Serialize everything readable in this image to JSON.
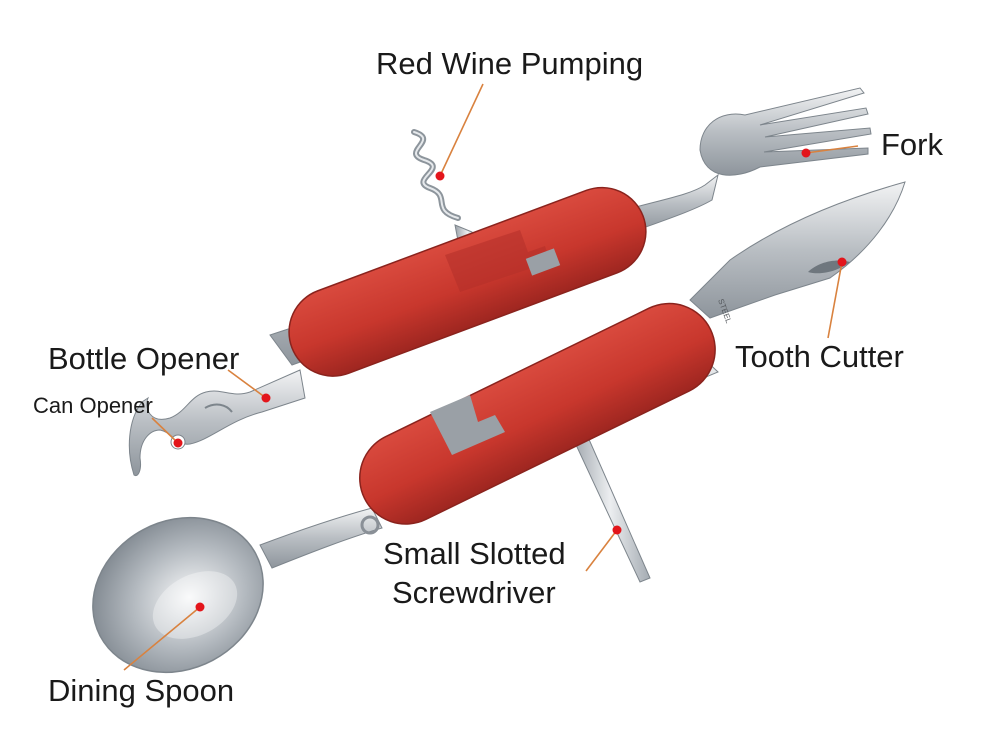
{
  "labels": {
    "corkscrew": "Red Wine Pumping",
    "fork": "Fork",
    "bottle_opener": "Bottle Opener",
    "can_opener": "Can Opener",
    "tooth_cutter": "Tooth Cutter",
    "screwdriver_line1": "Small Slotted",
    "screwdriver_line2": "Screwdriver",
    "spoon": "Dining Spoon"
  },
  "blade_stamp": "STEEL",
  "colors": {
    "handle": "#c8372d",
    "leader": "#d9823f",
    "dot": "#e3151b",
    "steel": "#c9cdd1"
  }
}
